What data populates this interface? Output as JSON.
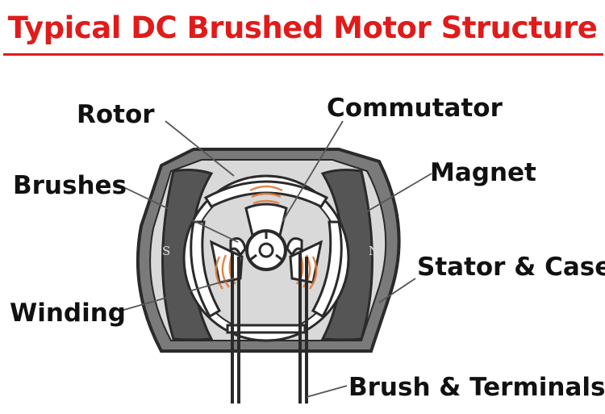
{
  "title": "Typical DC Brushed Motor Structure",
  "labels": {
    "rotor": "Rotor",
    "commutator": "Commutator",
    "brushes": "Brushes",
    "magnet": "Magnet",
    "stator_case": "Stator & Case",
    "winding": "Winding",
    "brush_terminals": "Brush & Terminals"
  },
  "poles": {
    "south": "S",
    "north": "N"
  },
  "colors": {
    "title": "#e01b1b",
    "magnet": "#555555",
    "case": "#7a7a7a",
    "rotor_fill": "#d9d9d9",
    "winding": "#e07a3a"
  }
}
